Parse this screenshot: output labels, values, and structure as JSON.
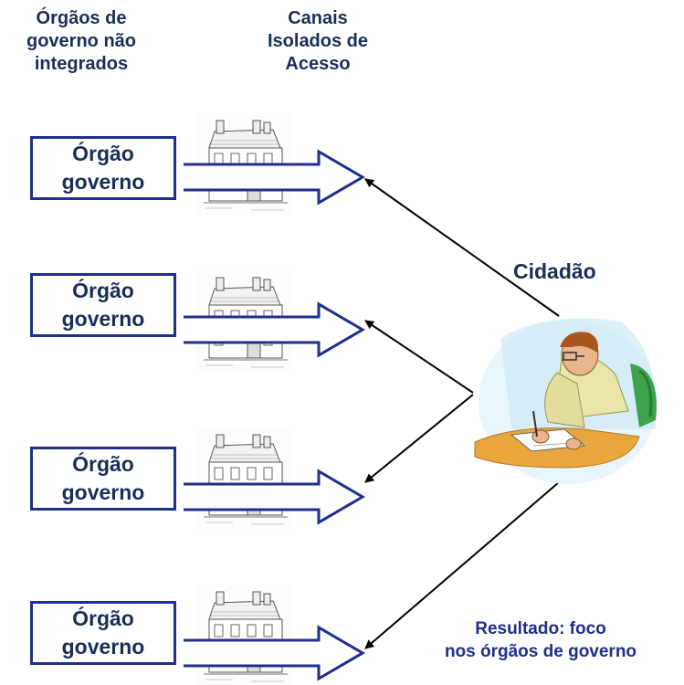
{
  "headers": {
    "col1": "Órgãos de\ngoverno não\nintegrados",
    "col2": "Canais\nIsolados de\nAcesso"
  },
  "organs": [
    {
      "label": "Órgão\ngoverno"
    },
    {
      "label": "Órgão\ngoverno"
    },
    {
      "label": "Órgão\ngoverno"
    },
    {
      "label": "Órgão\ngoverno"
    }
  ],
  "citizen_label": "Cidadão",
  "result_label": "Resultado: foco\nnos órgãos de governo",
  "icons": {
    "building": "building-icon",
    "citizen": "citizen-writing-icon"
  },
  "colors": {
    "text": "#1a2e5a",
    "box_border": "#1e2f8c",
    "arrow_outline": "#1e2f8c",
    "connector": "#000000"
  }
}
